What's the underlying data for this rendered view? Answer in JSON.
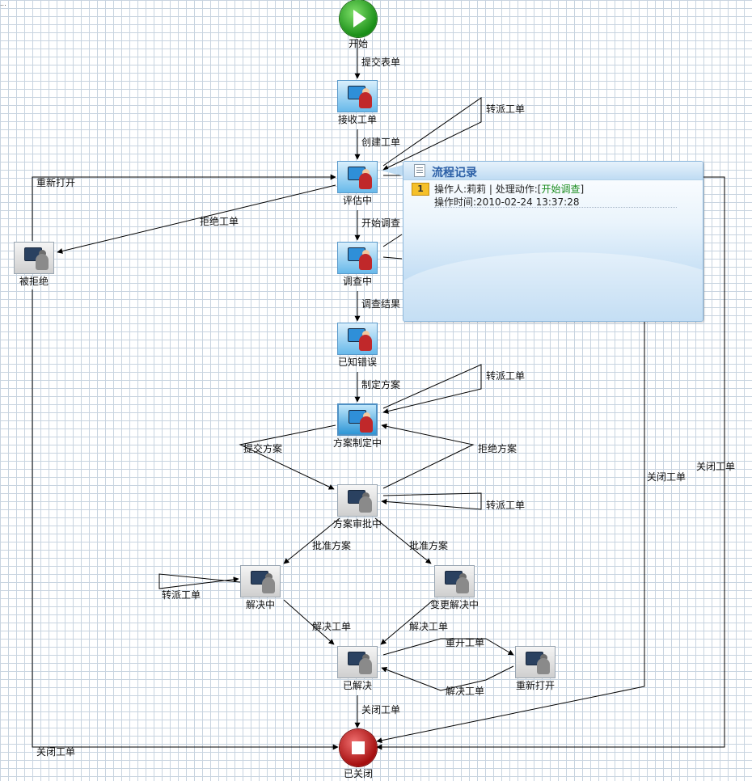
{
  "colors": {
    "edge": "#000000",
    "popup_title": "#2b5fa6",
    "action_text": "#1d8d20",
    "start": "#1a8e17",
    "end": "#a50f0f"
  },
  "start": {
    "label": "开始",
    "icon": "play-icon"
  },
  "end": {
    "label": "已关闭",
    "icon": "stop-icon"
  },
  "nodes": [
    {
      "id": "receive",
      "label": "接收工单",
      "state": "active",
      "icon": "user-computer-icon"
    },
    {
      "id": "evaluate",
      "label": "评估中",
      "state": "active",
      "icon": "user-computer-icon"
    },
    {
      "id": "rejected",
      "label": "被拒绝",
      "state": "inactive",
      "icon": "user-computer-icon"
    },
    {
      "id": "investigate",
      "label": "调查中",
      "state": "active",
      "icon": "user-computer-icon"
    },
    {
      "id": "known_error",
      "label": "已知错误",
      "state": "active",
      "icon": "user-computer-icon"
    },
    {
      "id": "planning",
      "label": "方案制定中",
      "state": "current",
      "icon": "user-computer-icon"
    },
    {
      "id": "approving",
      "label": "方案审批中",
      "state": "inactive",
      "icon": "user-computer-icon"
    },
    {
      "id": "resolving",
      "label": "解决中",
      "state": "inactive",
      "icon": "user-computer-icon"
    },
    {
      "id": "change_resolving",
      "label": "变更解决中",
      "state": "inactive",
      "icon": "user-computer-icon"
    },
    {
      "id": "resolved",
      "label": "已解决",
      "state": "inactive",
      "icon": "user-computer-icon"
    },
    {
      "id": "reopen",
      "label": "重新打开",
      "state": "inactive",
      "icon": "user-computer-icon"
    }
  ],
  "edges": [
    {
      "id": "e1",
      "label": "提交表单"
    },
    {
      "id": "e2",
      "label": "创建工单"
    },
    {
      "id": "e3",
      "label": "转派工单"
    },
    {
      "id": "e4",
      "label": "重新打开"
    },
    {
      "id": "e5",
      "label": "拒绝工单"
    },
    {
      "id": "e6",
      "label": "开始调查"
    },
    {
      "id": "e7",
      "label": "调查结果"
    },
    {
      "id": "e8",
      "label": "制定方案"
    },
    {
      "id": "e9",
      "label": "转派工单"
    },
    {
      "id": "e10",
      "label": "提交方案"
    },
    {
      "id": "e11",
      "label": "拒绝方案"
    },
    {
      "id": "e12",
      "label": "转派工单"
    },
    {
      "id": "e13",
      "label": "批准方案"
    },
    {
      "id": "e14",
      "label": "批准方案"
    },
    {
      "id": "e15",
      "label": "转派工单"
    },
    {
      "id": "e16",
      "label": "解决工单"
    },
    {
      "id": "e17",
      "label": "解决工单"
    },
    {
      "id": "e18",
      "label": "重开工单"
    },
    {
      "id": "e19",
      "label": "解决工单"
    },
    {
      "id": "e20",
      "label": "关闭工单"
    },
    {
      "id": "e21",
      "label": "关闭工单"
    },
    {
      "id": "e22",
      "label": "关闭工单"
    },
    {
      "id": "e23",
      "label": "关闭工单"
    }
  ],
  "popup": {
    "title": "流程记录",
    "index": "1",
    "line1_prefix": "操作人:莉莉 | 处理动作:[",
    "action": "开始调查",
    "line1_suffix": "]",
    "line2": "操作时间:2010-02-24 13:37:28",
    "icon": "note-icon"
  },
  "corner_mark": "..."
}
